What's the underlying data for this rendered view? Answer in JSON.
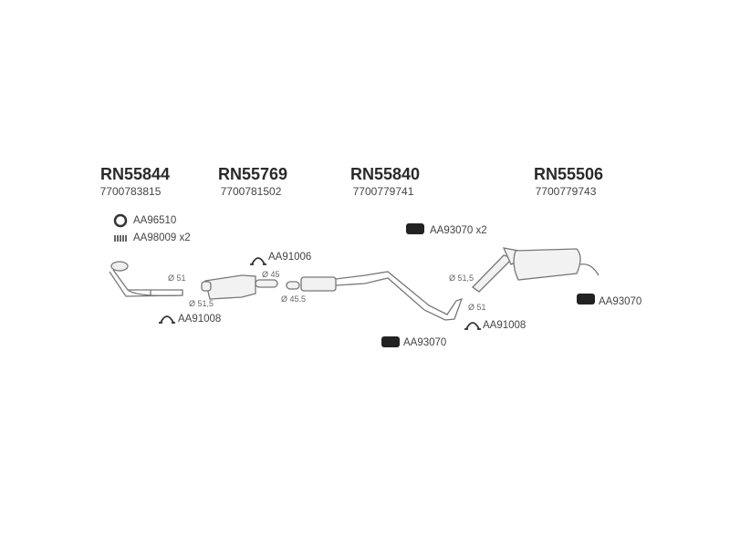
{
  "parts": [
    {
      "code": "RN55844",
      "oem": "7700783815"
    },
    {
      "code": "RN55769",
      "oem": "7700781502"
    },
    {
      "code": "RN55840",
      "oem": "7700779741"
    },
    {
      "code": "RN55506",
      "oem": "7700779743"
    }
  ],
  "accessories": {
    "ring": "AA96510",
    "spring": "AA98009 x2",
    "clamp1": "AA91006",
    "clamp2": "AA91008",
    "clamp3": "AA91008",
    "mount_x2": "AA93070 x2",
    "mount_mid": "AA93070",
    "mount_right": "AA93070"
  },
  "diameters": {
    "d1": "Ø 51",
    "d2": "Ø 51,5",
    "d3": "Ø 45",
    "d4": "Ø 45.5",
    "d5": "Ø 51,5",
    "d6": "Ø 51"
  }
}
